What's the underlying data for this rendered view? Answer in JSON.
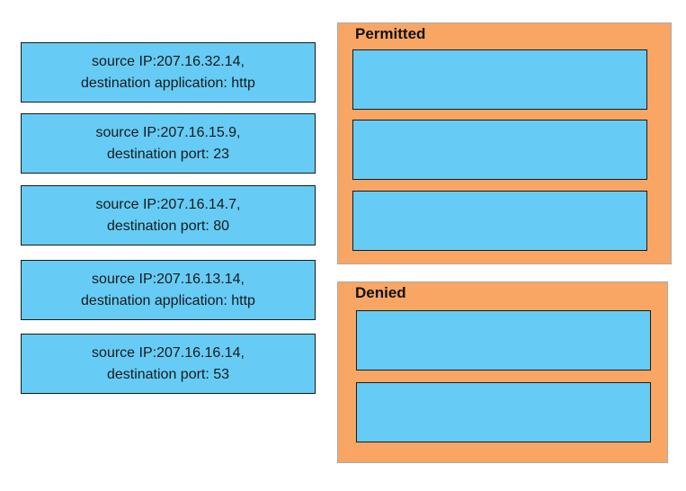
{
  "items": [
    {
      "line1": "source IP:207.16.32.14,",
      "line2": "destination application: http"
    },
    {
      "line1": "source IP:207.16.15.9,",
      "line2": "destination port: 23"
    },
    {
      "line1": "source IP:207.16.14.7,",
      "line2": "destination port: 80"
    },
    {
      "line1": "source IP:207.16.13.14,",
      "line2": "destination application: http"
    },
    {
      "line1": "source IP:207.16.16.14,",
      "line2": "destination port: 53"
    }
  ],
  "zones": {
    "permitted": {
      "title": "Permitted",
      "slot_count": 3
    },
    "denied": {
      "title": "Denied",
      "slot_count": 2
    }
  },
  "colors": {
    "item_fill": "#66ccf5",
    "zone_fill": "#f9a664",
    "border": "#1a1a1a"
  }
}
